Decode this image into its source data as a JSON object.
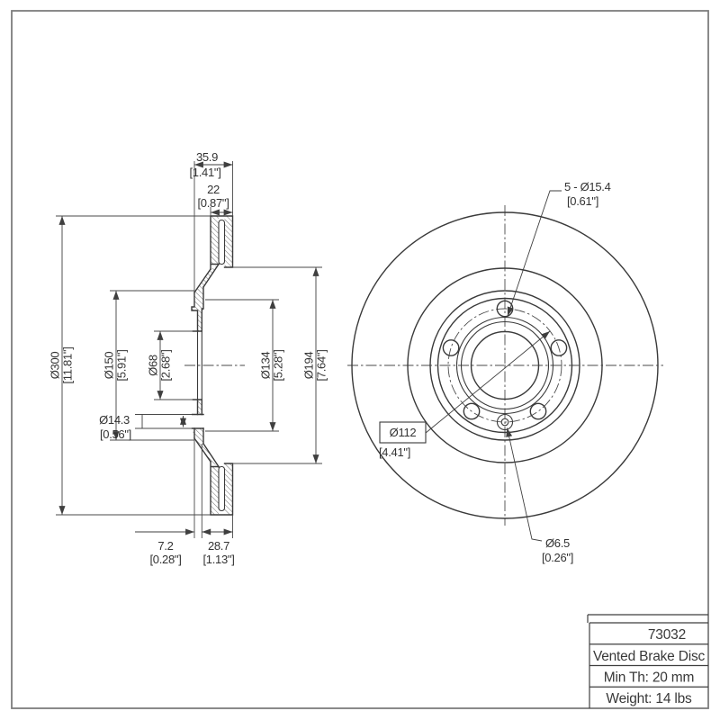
{
  "title_block": {
    "part_number": "73032",
    "description": "Vented Brake Disc",
    "min_thickness": "Min Th: 20 mm",
    "weight": "Weight: 14 lbs"
  },
  "section_view": {
    "dims": {
      "overall_width": {
        "mm": "35.9",
        "in": "[1.41\"]"
      },
      "rim_width": {
        "mm": "22",
        "in": "[0.87\"]"
      },
      "outer_diameter": {
        "mm": "Ø300",
        "in": "[11.81\"]"
      },
      "hat_diameter": {
        "mm": "Ø150",
        "in": "[5.91\"]"
      },
      "bore": {
        "mm": "Ø68",
        "in": "[2.68\"]"
      },
      "bolt_hole": {
        "mm": "Ø14.3",
        "in": "[0.56\"]"
      },
      "register": {
        "mm": "Ø134",
        "in": "[5.28\"]"
      },
      "braking_inner": {
        "mm": "Ø194",
        "in": "[7.64\"]"
      },
      "hat_depth": {
        "mm": "7.2",
        "in": "[0.28\"]"
      },
      "mount_offset": {
        "mm": "28.7",
        "in": "[1.13\"]"
      }
    }
  },
  "front_view": {
    "labels": {
      "bolt_holes": {
        "line1": "5 - Ø15.4",
        "line2": "[0.61\"]"
      },
      "bolt_circle": {
        "line1": "Ø112",
        "line2": "[4.41\"]"
      },
      "set_screw": {
        "line1": "Ø6.5",
        "line2": "[0.26\"]"
      }
    }
  }
}
